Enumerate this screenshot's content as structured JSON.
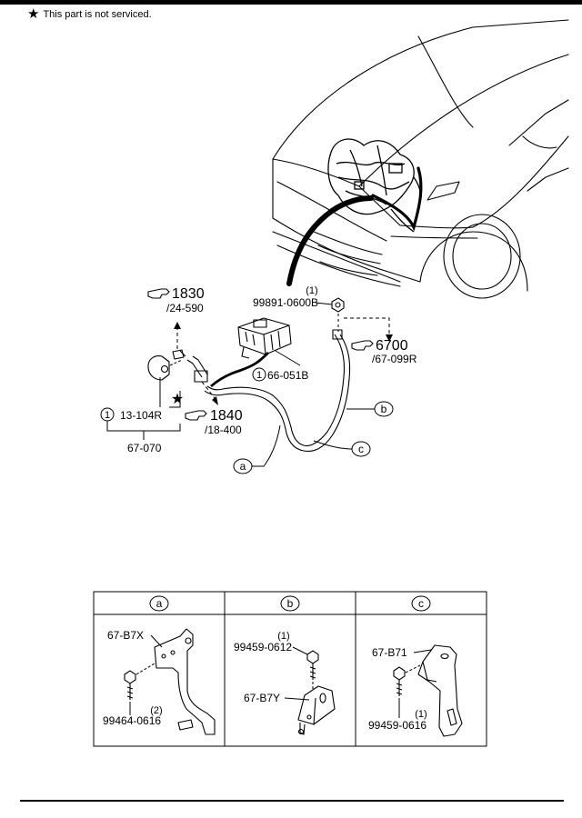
{
  "note": {
    "star": "★",
    "text": "This part is not serviced."
  },
  "callouts": {
    "c1830": {
      "code": "1830",
      "sub": "/24-590"
    },
    "c1840": {
      "code": "1840",
      "sub": "/18-400"
    },
    "c6700": {
      "code": "6700",
      "sub": "/67-099R"
    }
  },
  "parts": {
    "p99891": {
      "qty": "(1)",
      "code": "99891-0600B"
    },
    "p66051": {
      "qty": "1",
      "code": "66-051B"
    },
    "p13104": {
      "qty": "1",
      "code": "13-104R"
    },
    "p67070": {
      "code": "67-070"
    }
  },
  "letters": {
    "a": "a",
    "b": "b",
    "c": "c"
  },
  "detail": {
    "a": {
      "bracket": "67-B7X",
      "bolt_qty": "(2)",
      "bolt": "99464-0616"
    },
    "b": {
      "bolt_qty": "(1)",
      "bolt": "99459-0612",
      "bracket": "67-B7Y"
    },
    "c": {
      "bracket": "67-B71",
      "bolt_qty": "(1)",
      "bolt": "99459-0616"
    }
  },
  "colors": {
    "ink": "#000000",
    "paper": "#ffffff"
  }
}
